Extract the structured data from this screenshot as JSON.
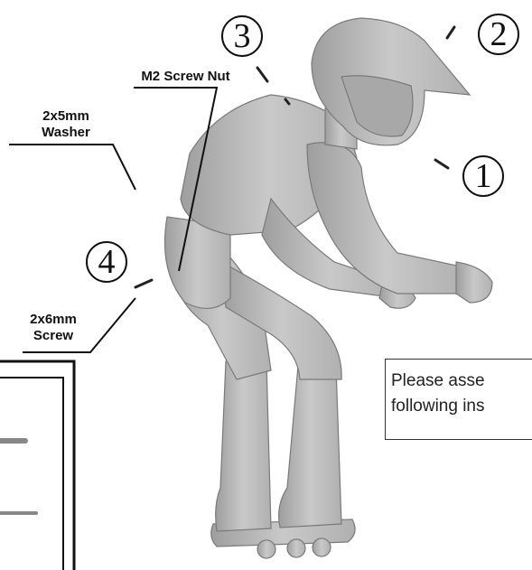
{
  "callouts": {
    "nut_label": "M2 Screw Nut",
    "washer_line1": "2x5mm",
    "washer_line2": "Washer",
    "screw_line1": "2x6mm",
    "screw_line2": "Screw"
  },
  "step_numbers": {
    "one": "1",
    "two": "2",
    "three": "3",
    "four": "4"
  },
  "note": {
    "line1": "Please asse",
    "line2": "following ins"
  },
  "colors": {
    "figure_fill": "#bdbdbd",
    "figure_shade": "#a8a8a8",
    "figure_stroke": "#7a7a7a",
    "line": "#111111"
  }
}
